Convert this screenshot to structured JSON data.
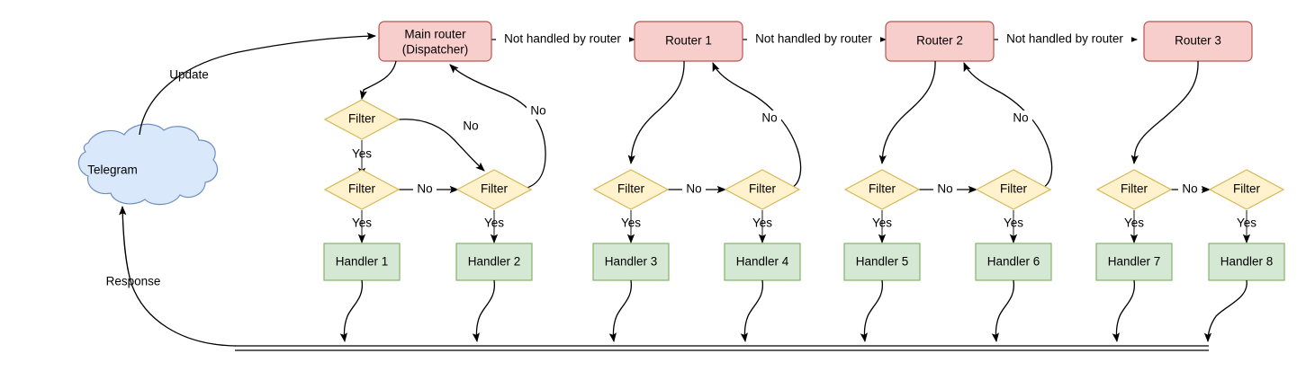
{
  "diagram": {
    "title": "Telegram bot update dispatch flow",
    "colors": {
      "router_fill": "#f8cecc",
      "router_stroke": "#b85450",
      "filter_fill": "#fff2cc",
      "filter_stroke": "#d6b656",
      "handler_fill": "#d5e8d4",
      "handler_stroke": "#82b366",
      "cloud_fill": "#dae8fc",
      "cloud_stroke": "#6c8ebf",
      "edge_stroke": "#000000",
      "background": "#ffffff"
    },
    "source": {
      "label": "Telegram",
      "shape": "cloud"
    },
    "routers": [
      {
        "id": "main-router",
        "line1": "Main router",
        "line2": "(Dispatcher)"
      },
      {
        "id": "router-1",
        "line1": "Router 1",
        "line2": ""
      },
      {
        "id": "router-2",
        "line1": "Router 2",
        "line2": ""
      },
      {
        "id": "router-3",
        "line1": "Router 3",
        "line2": ""
      }
    ],
    "filters": [
      {
        "id": "filter-a1",
        "label": "Filter"
      },
      {
        "id": "filter-a2",
        "label": "Filter"
      },
      {
        "id": "filter-a3",
        "label": "Filter"
      },
      {
        "id": "filter-b1",
        "label": "Filter"
      },
      {
        "id": "filter-b2",
        "label": "Filter"
      },
      {
        "id": "filter-c1",
        "label": "Filter"
      },
      {
        "id": "filter-c2",
        "label": "Filter"
      },
      {
        "id": "filter-d1",
        "label": "Filter"
      },
      {
        "id": "filter-d2",
        "label": "Filter"
      }
    ],
    "handlers": [
      {
        "id": "handler-1",
        "label": "Handler 1"
      },
      {
        "id": "handler-2",
        "label": "Handler 2"
      },
      {
        "id": "handler-3",
        "label": "Handler 3"
      },
      {
        "id": "handler-4",
        "label": "Handler 4"
      },
      {
        "id": "handler-5",
        "label": "Handler 5"
      },
      {
        "id": "handler-6",
        "label": "Handler 6"
      },
      {
        "id": "handler-7",
        "label": "Handler 7"
      },
      {
        "id": "handler-8",
        "label": "Handler 8"
      }
    ],
    "edge_labels": {
      "update": "Update",
      "response": "Response",
      "not_handled": "Not handled by router",
      "yes": "Yes",
      "no": "No"
    },
    "not_handled_labels": [
      "Not handled by router",
      "Not handled by router",
      "Not handled by router"
    ],
    "yes_labels": [
      "Yes",
      "Yes",
      "Yes",
      "Yes",
      "Yes",
      "Yes",
      "Yes",
      "Yes"
    ],
    "no_labels_inline": [
      "No",
      "No",
      "No",
      "No"
    ],
    "no_labels_return": [
      "No",
      "No",
      "No",
      "No"
    ]
  }
}
